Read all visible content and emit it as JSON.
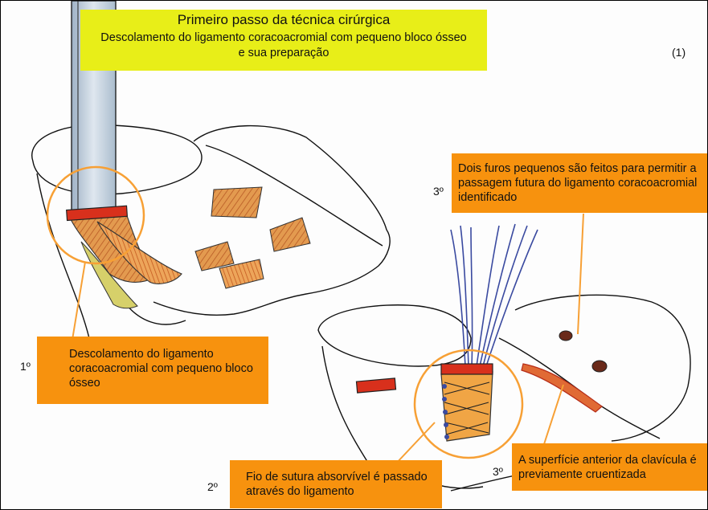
{
  "title": {
    "main": "Primeiro passo da técnica cirúrgica",
    "sub": "Descolamento do ligamento coracoacromial com pequeno bloco ósseo e sua preparação"
  },
  "figure_number": "(1)",
  "steps": {
    "step1": "1º",
    "step2": "2º",
    "step3a": "3º",
    "step3b": "3º"
  },
  "labels": {
    "detachment": "Descolamento do ligamento coracoacromial com pequeno bloco ósseo",
    "holes": "Dois furos pequenos são feitos para permitir a passagem futura do ligamento coracoacromial identificado",
    "suture": "Fio de sutura absorvível é passado através do ligamento",
    "surface": "A superfície anterior da clavícula é previamente cruentizada"
  },
  "colors": {
    "label_box": "#f7920e",
    "title_box": "#e8ee18",
    "ligament": "#d98a3a",
    "bone_block": "#d8301c",
    "suture": "#3a4aa0",
    "instrument": "#b8c8d8"
  }
}
